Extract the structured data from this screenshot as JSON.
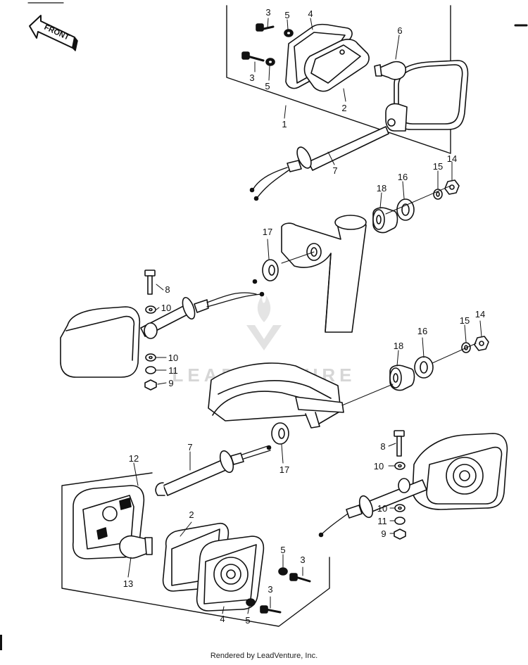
{
  "front_label": "FRONT",
  "footer": "Rendered by LeadVenture, Inc.",
  "watermark": "LEADVENTURE",
  "callouts": {
    "c1": "1",
    "c2a": "2",
    "c2b": "2",
    "c3a": "3",
    "c3b": "3",
    "c3c": "3",
    "c3d": "3",
    "c4a": "4",
    "c4b": "4",
    "c5a": "5",
    "c5b": "5",
    "c5c": "5",
    "c5d": "5",
    "c6": "6",
    "c7a": "7",
    "c7b": "7",
    "c8a": "8",
    "c8b": "8",
    "c9a": "9",
    "c9b": "9",
    "c10a": "10",
    "c10b": "10",
    "c10c": "10",
    "c10d": "10",
    "c11a": "11",
    "c11b": "11",
    "c12": "12",
    "c13": "13",
    "c14a": "14",
    "c14b": "14",
    "c15a": "15",
    "c15b": "15",
    "c16a": "16",
    "c16b": "16",
    "c17a": "17",
    "c17b": "17",
    "c18a": "18",
    "c18b": "18"
  }
}
